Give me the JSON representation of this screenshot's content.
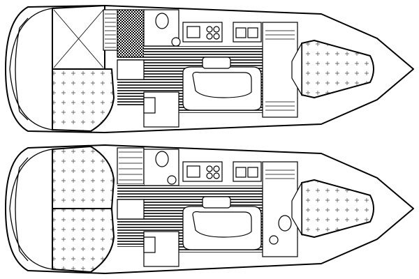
{
  "diagram": {
    "kind": "sailboat-interior-layout",
    "layouts": [
      {
        "id": "top",
        "cabins": [
          "aft-cabin-port",
          "aft-cockpit-locker",
          "forward-v-berth"
        ],
        "heads": 1
      },
      {
        "id": "bottom",
        "cabins": [
          "aft-cabin-port",
          "aft-cabin-starboard",
          "forward-v-berth"
        ],
        "heads": 2
      }
    ],
    "colors": {
      "line": "#000000",
      "background": "#ffffff",
      "sole": "#000000"
    }
  }
}
